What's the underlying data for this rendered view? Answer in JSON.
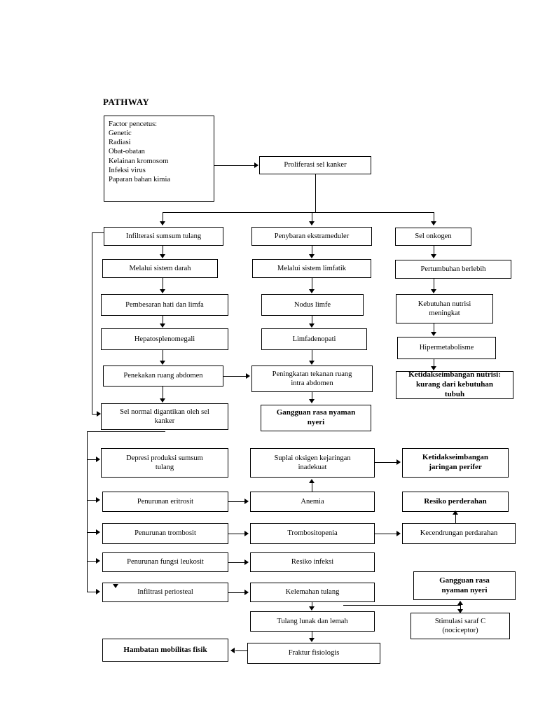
{
  "diagram": {
    "title": "PATHWAY",
    "type": "flowchart",
    "nodes": [
      {
        "id": "n1",
        "text": "Factor pencetus:\nGenetic\nRadiasi\nObat-obatan\nKelainan kromosom\nInfeksi virus\nPaparan bahan kimia",
        "bold": false
      },
      {
        "id": "n2",
        "text": "Proliferasi sel kanker",
        "bold": false
      },
      {
        "id": "n3",
        "text": "Infilterasi sumsum tulang",
        "bold": false
      },
      {
        "id": "n4",
        "text": "Penybaran ekstrameduler",
        "bold": false
      },
      {
        "id": "n5",
        "text": "Sel onkogen",
        "bold": false
      },
      {
        "id": "n6",
        "text": "Melalui sistem darah",
        "bold": false
      },
      {
        "id": "n7",
        "text": "Melalui sistem limfatik",
        "bold": false
      },
      {
        "id": "n8",
        "text": "Pertumbuhan berlebih",
        "bold": false
      },
      {
        "id": "n9",
        "text": "Pembesaran hati dan limfa",
        "bold": false
      },
      {
        "id": "n10",
        "text": "Nodus limfe",
        "bold": false
      },
      {
        "id": "n11",
        "text": "Kebutuhan nutrisi\nmeningkat",
        "bold": false
      },
      {
        "id": "n12",
        "text": "Hepatosplenomegali",
        "bold": false
      },
      {
        "id": "n13",
        "text": "Limfadenopati",
        "bold": false
      },
      {
        "id": "n14",
        "text": "Hipermetabolisme",
        "bold": false
      },
      {
        "id": "n15",
        "text": "Penekakan ruang abdomen",
        "bold": false
      },
      {
        "id": "n16",
        "text": "Peningkatan tekanan  ruang\nintra abdomen",
        "bold": false
      },
      {
        "id": "n17",
        "text": "Ketidakseimbangan nutrisi:\nkurang dari kebutuhan\ntubuh",
        "bold": true
      },
      {
        "id": "n18",
        "text": "Sel normal digantikan oleh sel\nkanker",
        "bold": false
      },
      {
        "id": "n19",
        "text": "Gangguan rasa nyaman\nnyeri",
        "bold": true
      },
      {
        "id": "n20",
        "text": "Depresi produksi sumsum\ntulang",
        "bold": false
      },
      {
        "id": "n21",
        "text": "Suplai oksigen kejaringan\ninadekuat",
        "bold": false
      },
      {
        "id": "n22",
        "text": "Ketidakseimbangan\njaringan perifer",
        "bold": true
      },
      {
        "id": "n23",
        "text": "Penurunan eritrosit",
        "bold": false
      },
      {
        "id": "n24",
        "text": "Anemia",
        "bold": false
      },
      {
        "id": "n25",
        "text": "Resiko perderahan",
        "bold": true
      },
      {
        "id": "n26",
        "text": "Penurunan trombosit",
        "bold": false
      },
      {
        "id": "n27",
        "text": "Trombositopenia",
        "bold": false
      },
      {
        "id": "n28",
        "text": "Kecendrungan perdarahan",
        "bold": false
      },
      {
        "id": "n29",
        "text": "Penurunan fungsi leukosit",
        "bold": false
      },
      {
        "id": "n30",
        "text": "Resiko infeksi",
        "bold": false
      },
      {
        "id": "n31",
        "text": "Infiltrasi periosteal",
        "bold": false
      },
      {
        "id": "n32",
        "text": "Kelemahan tulang",
        "bold": false
      },
      {
        "id": "n33",
        "text": "Gangguan rasa\nnyaman nyeri",
        "bold": true
      },
      {
        "id": "n34",
        "text": "Tulang lunak dan lemah",
        "bold": false
      },
      {
        "id": "n35",
        "text": "Stimulasi saraf C\n(nociceptor)",
        "bold": false
      },
      {
        "id": "n36",
        "text": "Hambatan mobilitas fisik",
        "bold": true
      },
      {
        "id": "n37",
        "text": "Fraktur fisiologis",
        "bold": false
      }
    ]
  }
}
